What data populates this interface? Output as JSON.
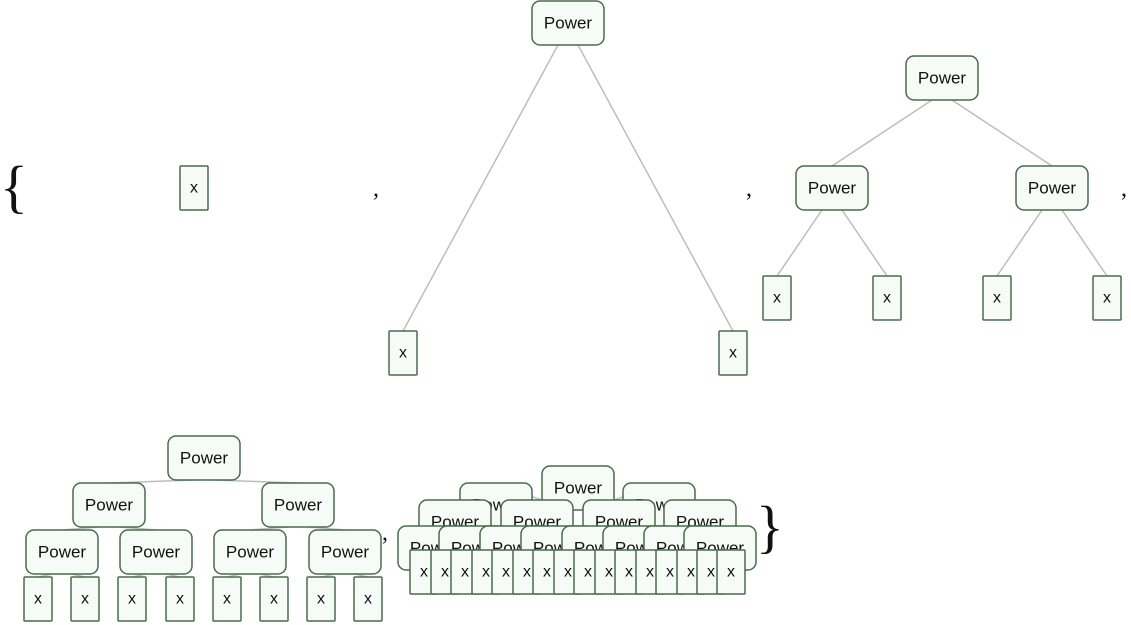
{
  "list": {
    "open_brace": "{",
    "close_brace": "}",
    "separator": ","
  },
  "node_labels": {
    "internal": "Power",
    "leaf": "x"
  },
  "trees": [
    {
      "name": "tree-depth-0",
      "depth": 0
    },
    {
      "name": "tree-depth-1",
      "depth": 1
    },
    {
      "name": "tree-depth-2",
      "depth": 2
    },
    {
      "name": "tree-depth-3",
      "depth": 3
    },
    {
      "name": "tree-depth-4",
      "depth": 4
    }
  ],
  "colors": {
    "node_fill": "#f6fbf8",
    "node_stroke": "#4a6b4a",
    "edge": "#bdbdbd"
  }
}
